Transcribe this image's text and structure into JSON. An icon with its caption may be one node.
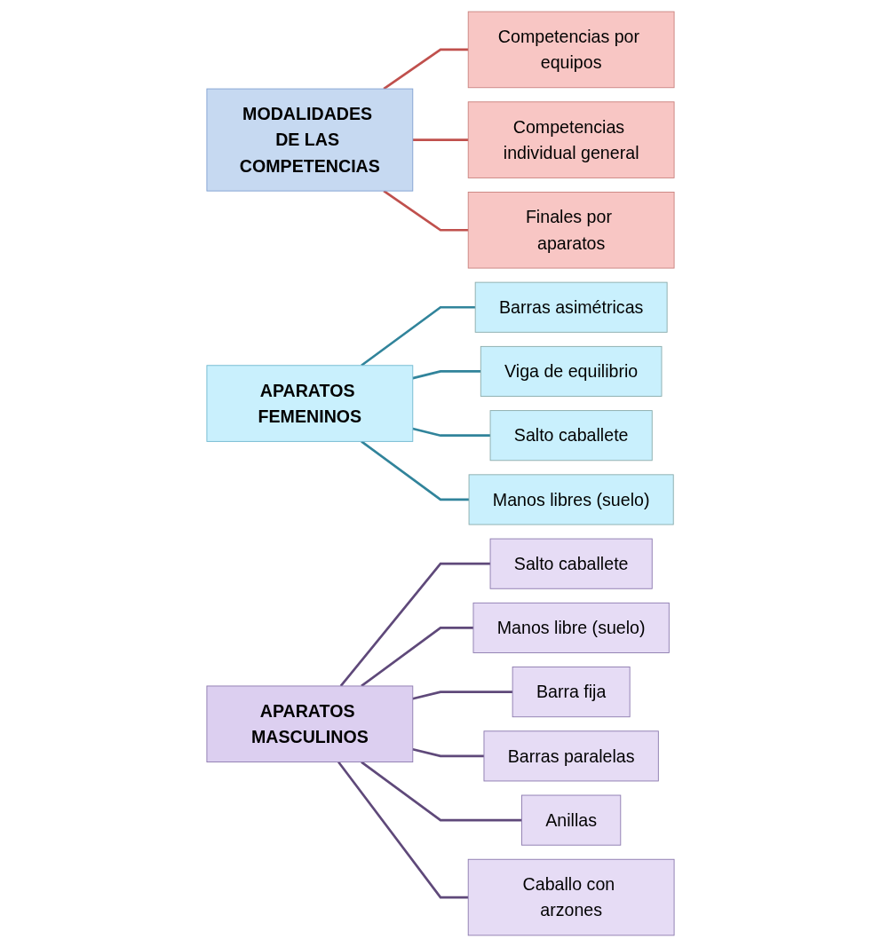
{
  "diagram": {
    "nodes": [
      {
        "text": [
          "MODALIDADES DE LAS COMPETENCIAS"
        ]
      },
      {
        "text": [
          "Competencias por equipos"
        ]
      },
      {
        "text": [
          "Competencias individual general"
        ]
      },
      {
        "text": [
          "Finales por aparatos"
        ]
      },
      {
        "text": [
          "APARATOS FEMENINOS"
        ]
      },
      {
        "text": [
          "Barras asimétricas"
        ]
      },
      {
        "text": [
          "Viga de equilibrio"
        ]
      },
      {
        "text": [
          "Salto caballete"
        ]
      },
      {
        "text": [
          "Manos libres (suelo)"
        ]
      },
      {
        "text": [
          "APARATOS MASCULINOS"
        ]
      },
      {
        "text": [
          "Salto caballete"
        ]
      },
      {
        "text": [
          "Manos libre (suelo)"
        ]
      },
      {
        "text": [
          "Barra fija"
        ]
      },
      {
        "text": [
          "Barras paralelas"
        ]
      },
      {
        "text": [
          "Anillas"
        ]
      },
      {
        "text": [
          "Caballo con arzones"
        ]
      }
    ],
    "edges": [
      {
        "from": 0,
        "to": 1,
        "arrow": "none",
        "color": "#c0504d"
      },
      {
        "from": 0,
        "to": 2,
        "arrow": "none",
        "color": "#c0504d"
      },
      {
        "from": 0,
        "to": 3,
        "arrow": "none",
        "color": "#c0504d"
      },
      {
        "from": 4,
        "to": 5,
        "arrow": "none",
        "color": "#31849b"
      },
      {
        "from": 4,
        "to": 6,
        "arrow": "none",
        "color": "#31849b"
      },
      {
        "from": 4,
        "to": 7,
        "arrow": "none",
        "color": "#31849b"
      },
      {
        "from": 4,
        "to": 8,
        "arrow": "none",
        "color": "#31849b"
      },
      {
        "from": 9,
        "to": 10,
        "arrow": "none"
      },
      {
        "from": 9,
        "to": 11,
        "arrow": "none"
      },
      {
        "from": 9,
        "to": 12,
        "arrow": "none"
      },
      {
        "from": 9,
        "to": 13,
        "arrow": "none"
      },
      {
        "from": 9,
        "to": 14,
        "arrow": "none"
      },
      {
        "from": 9,
        "to": 15,
        "arrow": "none"
      }
    ]
  }
}
